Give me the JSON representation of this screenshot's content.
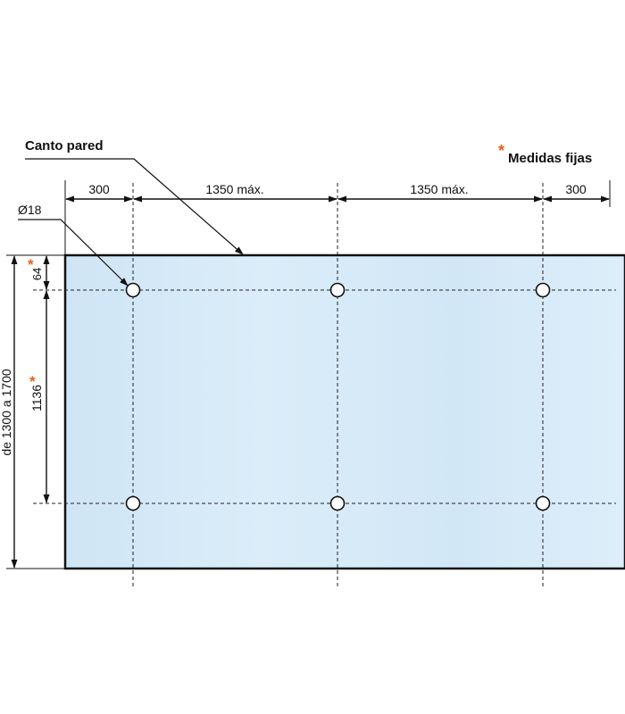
{
  "title": {
    "edge_label": "Canto pared",
    "fixed_note_star": "*",
    "fixed_note_text": "Medidas fijas"
  },
  "dimensions": {
    "left_margin": "300",
    "span_1": "1350 máx.",
    "span_2": "1350 máx.",
    "right_margin": "300",
    "hole_diameter": "Ø18",
    "top_offset": "64",
    "hole_spacing": "1136",
    "total_height": "de 1300 a 1700",
    "fixed_marker": "*"
  },
  "colors": {
    "panel_fill": "#d5e9f7",
    "line": "#111111",
    "accent_star": "#e8601c"
  },
  "icons": {
    "hole": "circle-hole-icon",
    "arrow": "arrowhead-icon"
  }
}
